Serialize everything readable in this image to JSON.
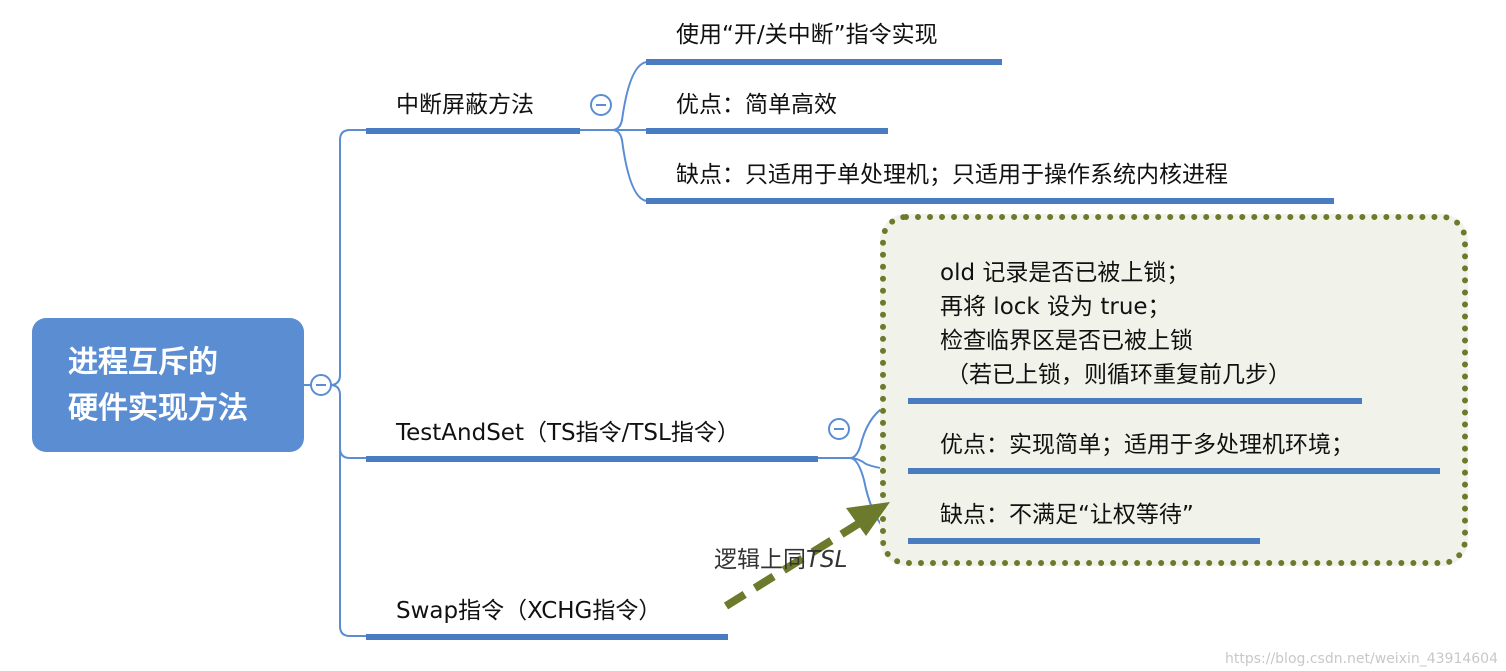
{
  "root": {
    "line1": "进程互斥的",
    "line2": "硬件实现方法"
  },
  "branches": {
    "interrupt": {
      "label": "中断屏蔽方法",
      "children": [
        "使用“开/关中断”指令实现",
        "优点：简单高效",
        "缺点：只适用于单处理机；只适用于操作系统内核进程"
      ]
    },
    "tsl": {
      "label": "TestAndSet（TS指令/TSL指令）",
      "children": [
        "优点：实现简单；适用于多处理机环境；",
        "缺点：不满足“让权等待”"
      ],
      "note": [
        "old 记录是否已被上锁；",
        "再将 lock 设为 true；",
        "检查临界区是否已被上锁",
        "（若已上锁，则循环重复前几步）"
      ]
    },
    "swap": {
      "label": "Swap指令（XCHG指令）"
    }
  },
  "relation": {
    "prefix": "逻辑上同",
    "target": "TSL"
  },
  "watermark": "https://blog.csdn.net/weixin_43914604",
  "colors": {
    "root": "#5b8dd3",
    "branch": "#4a7cc2",
    "noteBorder": "#6c7a2c",
    "arrow": "#6c7a2c"
  }
}
